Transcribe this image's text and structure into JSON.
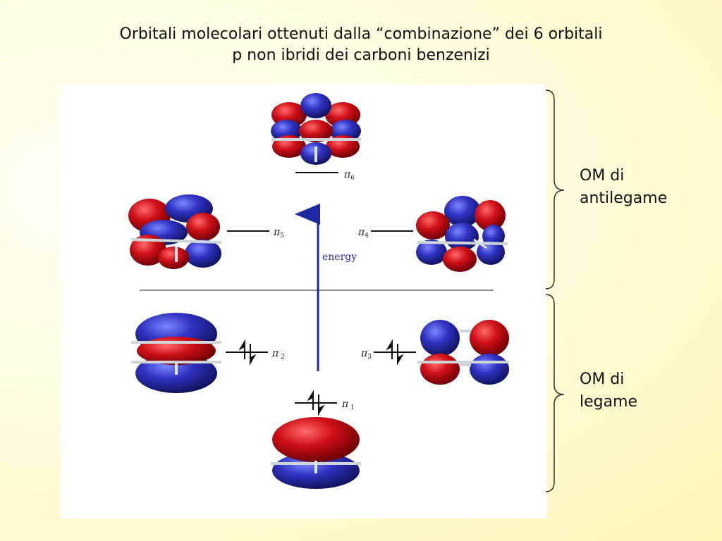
{
  "title": {
    "line1": "Orbitali molecolari ottenuti dalla “combinazione” dei 6 orbitali",
    "line2": "p non ibridi dei carboni benzenizi"
  },
  "diagram": {
    "energy_label": "energy",
    "levels": [
      {
        "symbol": "π",
        "sub": "6",
        "electrons": 0
      },
      {
        "symbol": "π",
        "sub": "5",
        "electrons": 0
      },
      {
        "symbol": "π",
        "sub": "4",
        "electrons": 0
      },
      {
        "symbol": "π",
        "sub": " 2",
        "electrons": 2
      },
      {
        "symbol": "π",
        "sub": "3",
        "electrons": 2
      },
      {
        "symbol": "π",
        "sub": " 1",
        "electrons": 2
      }
    ],
    "colors": {
      "positive_lobe": "#cc0b14",
      "negative_lobe": "#2d2fb8",
      "axis": "#1b2aa0"
    }
  },
  "braces": {
    "antibonding": {
      "line1": "OM di",
      "line2": "antilegame"
    },
    "bonding": {
      "line1": "OM di",
      "line2": "legame"
    }
  }
}
